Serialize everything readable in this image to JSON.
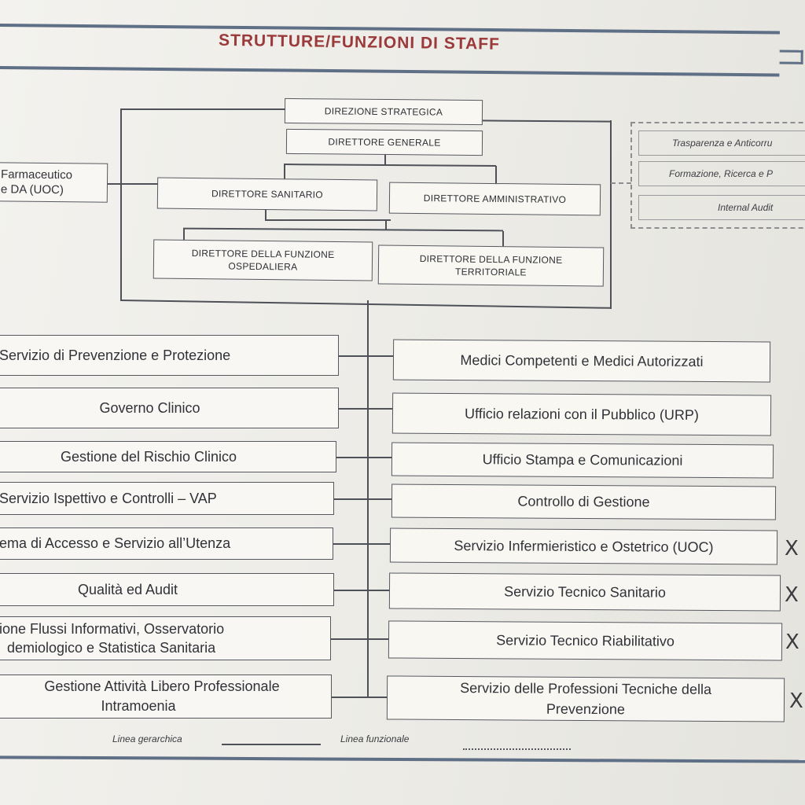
{
  "title": "STRUTTURE/FUNZIONI  DI STAFF",
  "top_boxes": {
    "direzione_strategica": "DIREZIONE STRATEGICA",
    "direttore_generale": "DIRETTORE GENERALE",
    "direttore_sanitario": "DIRETTORE SANITARIO",
    "direttore_amministrativo": "DIRETTORE AMMINISTRATIVO",
    "funzione_ospedaliera": "DIRETTORE DELLA FUNZIONE OSPEDALIERA",
    "funzione_territoriale": "DIRETTORE DELLA FUNZIONE TERRITORIALE"
  },
  "left_side_box": {
    "line1": "Farmaceutico",
    "line2": "e DA  (UOC)"
  },
  "right_dashed_boxes": [
    "Trasparenza e Anticorru",
    "Formazione, Ricerca e P",
    "Internal Audit"
  ],
  "left_staff": [
    "Servizio di Prevenzione e Protezione",
    "Governo Clinico",
    "Gestione del Rischio Clinico",
    "Servizio Ispettivo e Controlli – VAP",
    "ema di Accesso  e Servizio all’Utenza",
    "Qualità ed Audit",
    "ione Flussi Informativi, Osservatorio",
    "demiologico  e Statistica Sanitaria",
    "Gestione  Attività Libero  Professionale",
    "Intramoenia"
  ],
  "right_staff": [
    "Medici Competenti e  Medici Autorizzati",
    "Ufficio relazioni con il Pubblico (URP)",
    "Ufficio Stampa e Comunicazioni",
    "Controllo di Gestione",
    "Servizio Infermieristico e Ostetrico  (UOC)",
    "Servizio Tecnico Sanitario",
    "Servizio Tecnico  Riabilitativo",
    "Servizio delle Professioni Tecniche della",
    "Prevenzione"
  ],
  "x_marks": [
    "X",
    "X",
    "X",
    "X"
  ],
  "legend": {
    "gerarchica": "Linea gerarchica",
    "funzionale": "Linea funzionale"
  },
  "colors": {
    "title": "#9b3a3a",
    "band": "#5f6f86",
    "lines": "#4f5158"
  }
}
